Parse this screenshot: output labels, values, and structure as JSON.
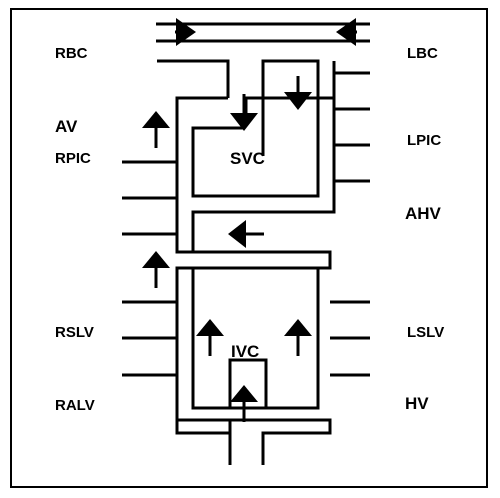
{
  "labels": {
    "rbc": "RBC",
    "lbc": "LBC",
    "av": "AV",
    "rpic": "RPIC",
    "lpic": "LPIC",
    "svc": "SVC",
    "ahv": "AHV",
    "rslv": "RSLV",
    "lslv": "LSLV",
    "ivc": "IVC",
    "ralv": "RALV",
    "hv": "HV"
  },
  "colors": {
    "line": "#000000",
    "background": "#ffffff"
  }
}
